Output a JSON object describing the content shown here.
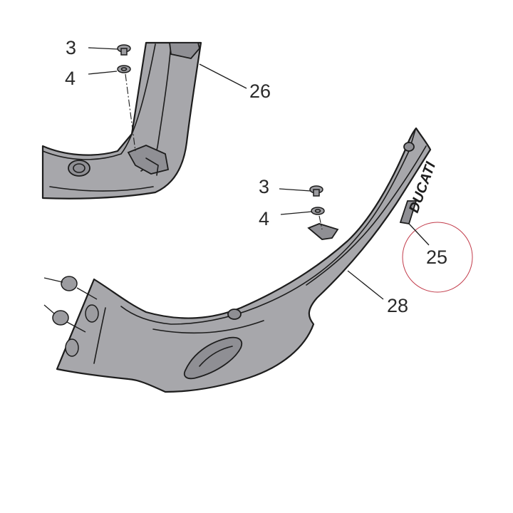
{
  "callouts": {
    "screw_top": "3",
    "washer_top": "4",
    "part_upper": "26",
    "screw_mid": "3",
    "washer_mid": "4",
    "decal": "25",
    "part_lower": "28"
  },
  "decal_text": "DUCATI",
  "colors": {
    "part_fill": "#a7a7ab",
    "line": "#1d1d1d",
    "highlight_ring": "#c23b4a"
  }
}
